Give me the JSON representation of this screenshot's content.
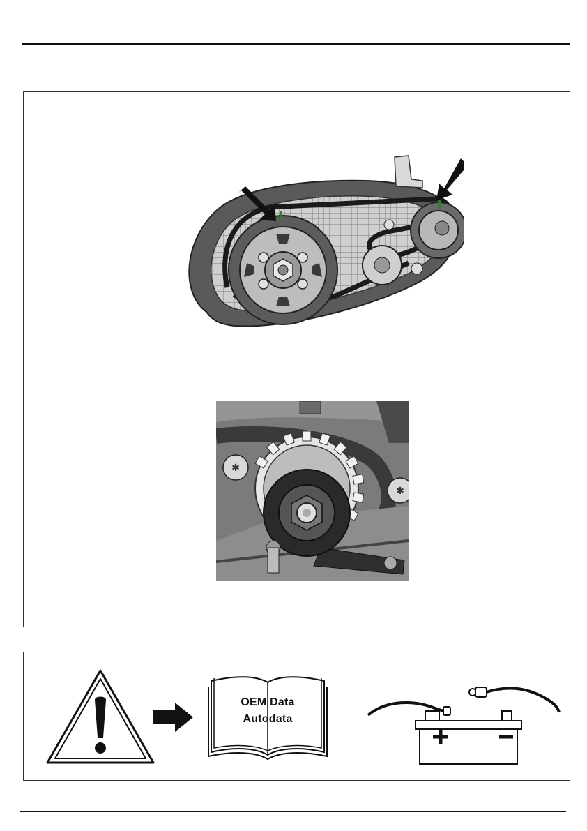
{
  "footer": {
    "manual_line1": "OEM Data",
    "manual_line2": "Autodata",
    "icons": [
      "warning-triangle-icon",
      "right-arrow-icon",
      "manual-book-icon",
      "battery-icon"
    ]
  },
  "figures": [
    "timing-belt-diagram",
    "camshaft-locking-tool-photo"
  ],
  "colors": {
    "mark_green": "#2e7d32",
    "ink": "#111111"
  }
}
